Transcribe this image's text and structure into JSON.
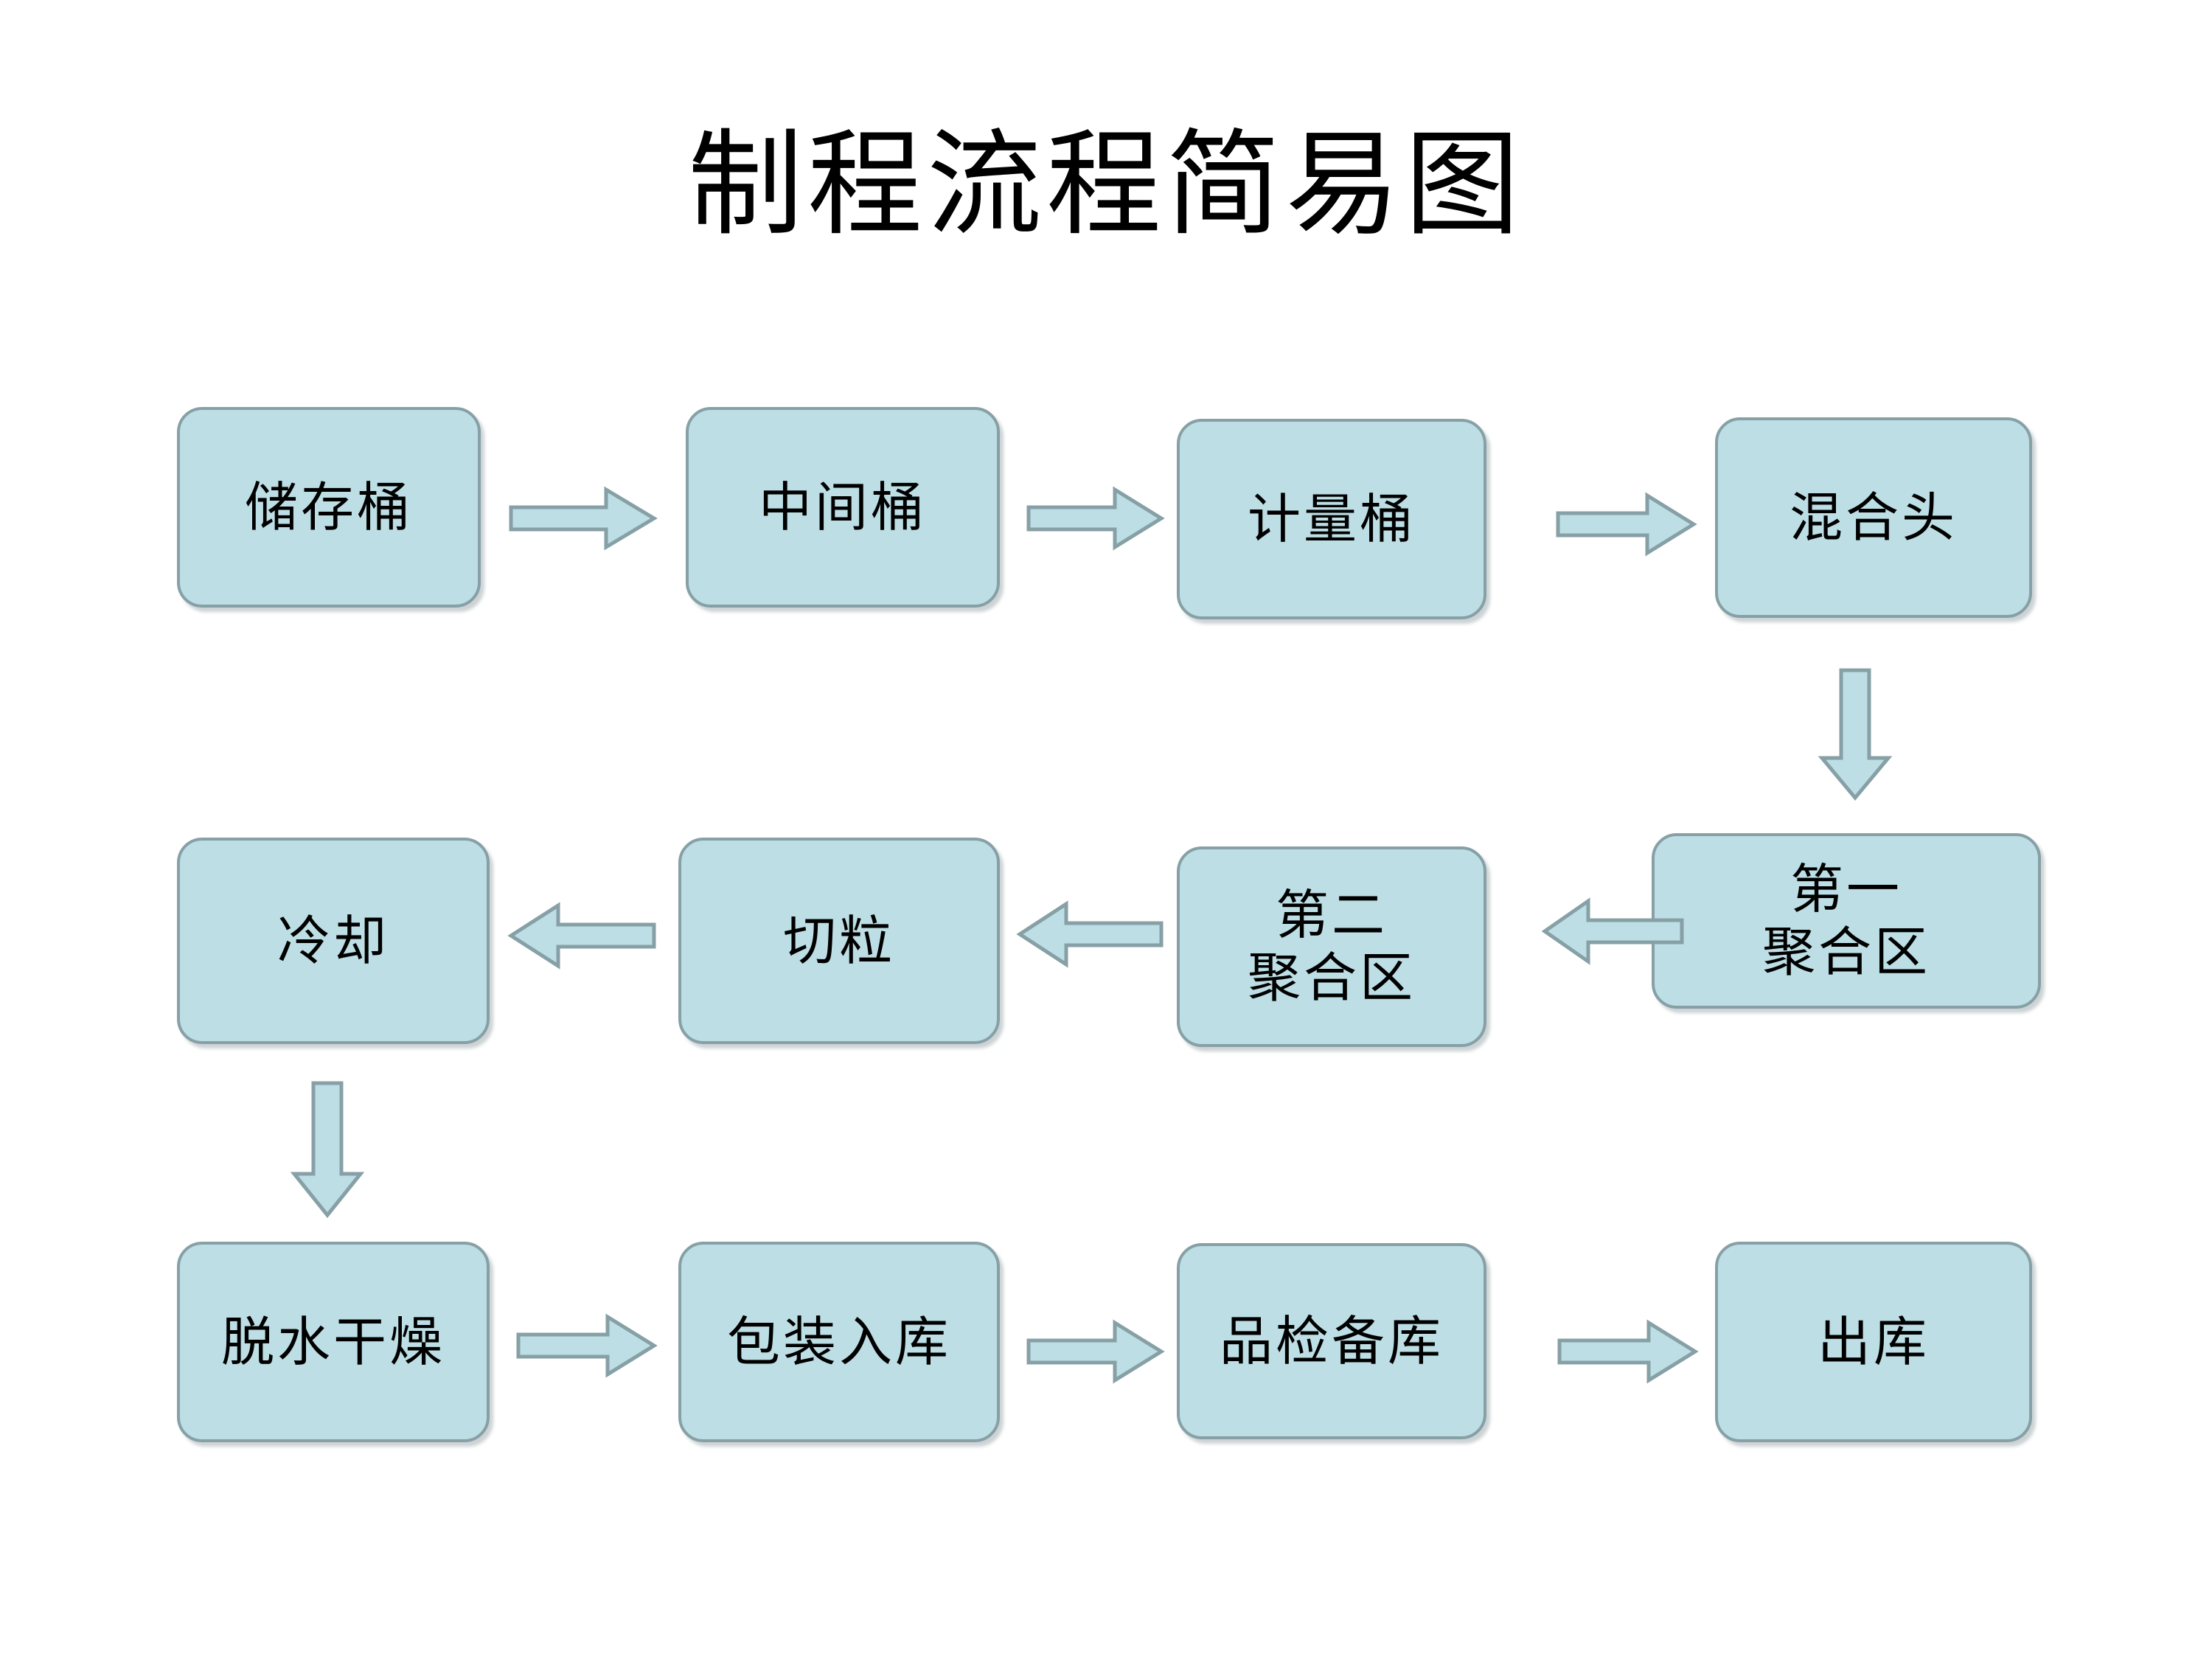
{
  "page": {
    "title": "制程流程简易图",
    "background_color": "#ffffff"
  },
  "theme": {
    "node_fill": "#bcdee4",
    "node_border": "#86a0a6",
    "arrow_fill": "#bcdee4",
    "arrow_border": "#86a0a6",
    "text_color": "#000000"
  },
  "chart_data": {
    "type": "diagram",
    "title": "制程流程简易图",
    "flow_direction": "serpentine: row1 left-to-right, row2 right-to-left, row3 left-to-right",
    "nodes": [
      {
        "id": "n1",
        "label": "储存桶",
        "row": 1,
        "col": 1
      },
      {
        "id": "n2",
        "label": "中间桶",
        "row": 1,
        "col": 2
      },
      {
        "id": "n3",
        "label": "计量桶",
        "row": 1,
        "col": 3
      },
      {
        "id": "n4",
        "label": "混合头",
        "row": 1,
        "col": 4
      },
      {
        "id": "n5",
        "label": "第一\n聚合区",
        "row": 2,
        "col": 4
      },
      {
        "id": "n6",
        "label": "第二\n聚合区",
        "row": 2,
        "col": 3
      },
      {
        "id": "n7",
        "label": "切粒",
        "row": 2,
        "col": 2
      },
      {
        "id": "n8",
        "label": "冷却",
        "row": 2,
        "col": 1
      },
      {
        "id": "n9",
        "label": "脱水干燥",
        "row": 3,
        "col": 1
      },
      {
        "id": "n10",
        "label": "包装入库",
        "row": 3,
        "col": 2
      },
      {
        "id": "n11",
        "label": "品检备库",
        "row": 3,
        "col": 3
      },
      {
        "id": "n12",
        "label": "出库",
        "row": 3,
        "col": 4
      }
    ],
    "edges": [
      {
        "from": "n1",
        "to": "n2",
        "direction": "right"
      },
      {
        "from": "n2",
        "to": "n3",
        "direction": "right"
      },
      {
        "from": "n3",
        "to": "n4",
        "direction": "right"
      },
      {
        "from": "n4",
        "to": "n5",
        "direction": "down"
      },
      {
        "from": "n5",
        "to": "n6",
        "direction": "left"
      },
      {
        "from": "n6",
        "to": "n7",
        "direction": "left"
      },
      {
        "from": "n7",
        "to": "n8",
        "direction": "left"
      },
      {
        "from": "n8",
        "to": "n9",
        "direction": "down"
      },
      {
        "from": "n9",
        "to": "n10",
        "direction": "right"
      },
      {
        "from": "n10",
        "to": "n11",
        "direction": "right"
      },
      {
        "from": "n11",
        "to": "n12",
        "direction": "right"
      }
    ]
  },
  "nodes": {
    "n1": "储存桶",
    "n2": "中间桶",
    "n3": "计量桶",
    "n4": "混合头",
    "n5": "第一\n聚合区",
    "n6": "第二\n聚合区",
    "n7": "切粒",
    "n8": "冷却",
    "n9": "脱水干燥",
    "n10": "包装入库",
    "n11": "品检备库",
    "n12": "出库"
  }
}
